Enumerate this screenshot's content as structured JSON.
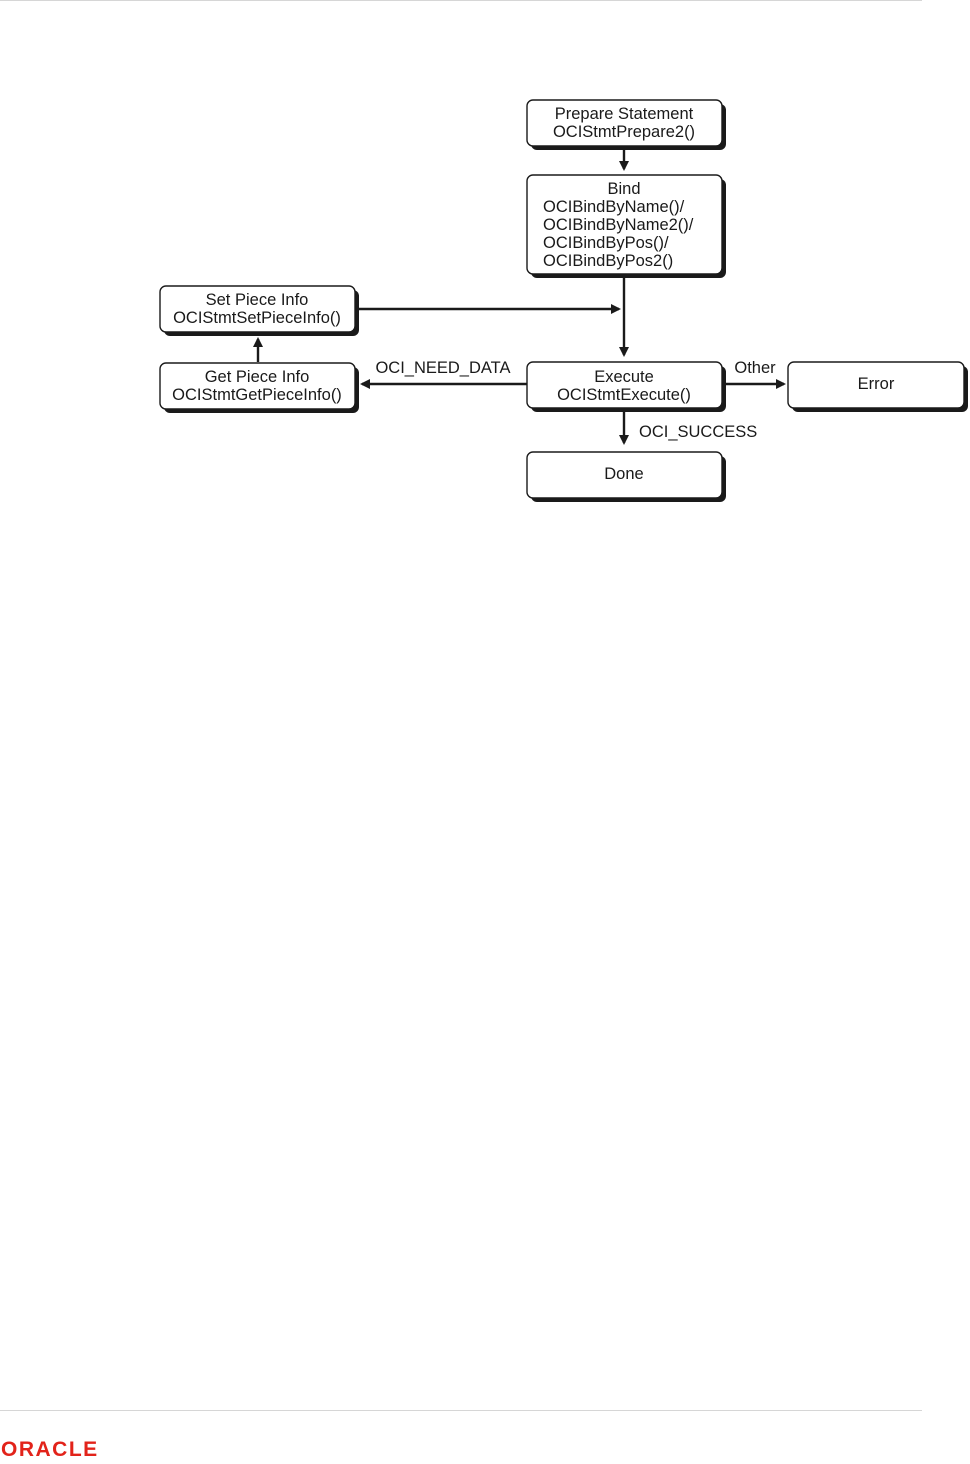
{
  "diagram": {
    "nodes": [
      {
        "id": "prepare",
        "lines": [
          "Prepare Statement",
          "OCIStmtPrepare2()"
        ]
      },
      {
        "id": "bind",
        "lines": [
          "Bind",
          "OCIBindByName()/",
          "OCIBindByName2()/",
          "OCIBindByPos()/",
          "OCIBindByPos2()"
        ]
      },
      {
        "id": "setpiece",
        "lines": [
          "Set Piece Info",
          "OCIStmtSetPieceInfo()"
        ]
      },
      {
        "id": "getpiece",
        "lines": [
          "Get Piece Info",
          "OCIStmtGetPieceInfo()"
        ]
      },
      {
        "id": "execute",
        "lines": [
          "Execute",
          "OCIStmtExecute()"
        ]
      },
      {
        "id": "error",
        "lines": [
          "Error"
        ]
      },
      {
        "id": "done",
        "lines": [
          "Done"
        ]
      }
    ],
    "edges": [
      {
        "id": "prepare-to-bind",
        "from": "prepare",
        "to": "bind",
        "label": ""
      },
      {
        "id": "bind-to-execute",
        "from": "bind",
        "to": "execute",
        "label": ""
      },
      {
        "id": "setpiece-to-execute",
        "from": "setpiece",
        "to": "execute",
        "label": ""
      },
      {
        "id": "execute-to-getpiece",
        "from": "execute",
        "to": "getpiece",
        "label": "OCI_NEED_DATA"
      },
      {
        "id": "getpiece-to-setpiece",
        "from": "getpiece",
        "to": "setpiece",
        "label": ""
      },
      {
        "id": "execute-to-error",
        "from": "execute",
        "to": "error",
        "label": "Other"
      },
      {
        "id": "execute-to-done",
        "from": "execute",
        "to": "done",
        "label": "OCI_SUCCESS"
      }
    ]
  },
  "footer": {
    "logo_text": "ORACLE",
    "logo_color": "#e2231a"
  }
}
